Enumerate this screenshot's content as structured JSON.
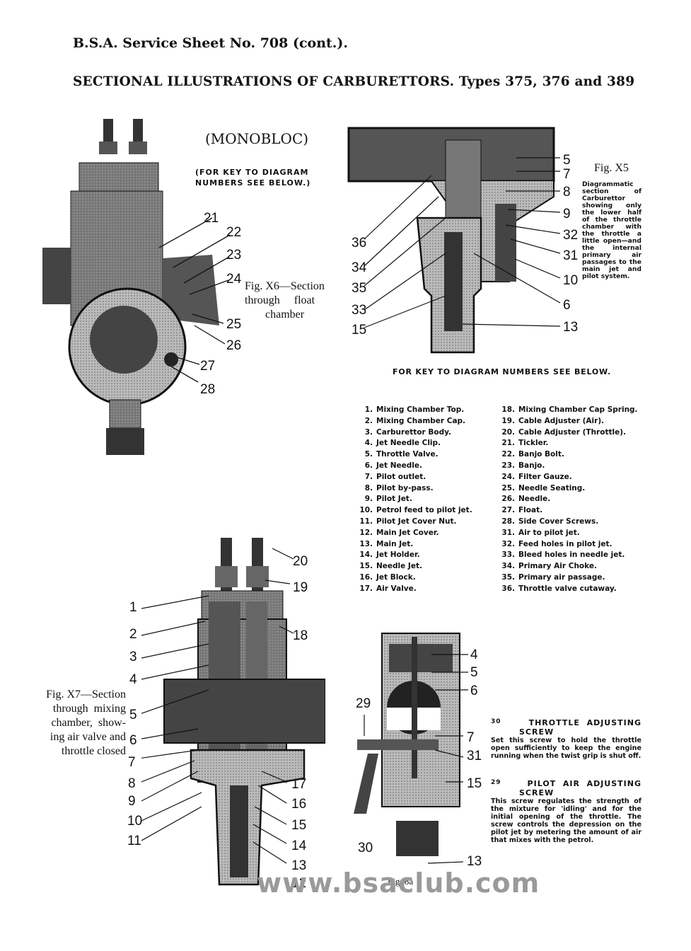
{
  "header": {
    "sheet_title": "B.S.A. Service Sheet No. 708 (cont.).",
    "main_title": "SECTIONAL ILLUSTRATIONS OF CARBURETTORS.  Types 375, 376 and 389"
  },
  "fig_x6": {
    "heading": "(MONOBLOC)",
    "note_line1": "(FOR KEY TO DIAGRAM",
    "note_line2": "NUMBERS SEE BELOW.)",
    "caption_line1": "Fig. X6—Section",
    "caption_line2": "through     float",
    "caption_line3": "chamber",
    "callouts": [
      "21",
      "22",
      "23",
      "24",
      "25",
      "26",
      "27",
      "28"
    ]
  },
  "fig_x5": {
    "title": "Fig. X5",
    "description": "Diagrammatic section of Carburettor showing only the lower half of the throttle chamber with the throttle a little open—and the internal primary air passages to the main jet and pilot system.",
    "callouts_right": [
      "5",
      "7",
      "8",
      "9",
      "32",
      "31",
      "10",
      "6",
      "13"
    ],
    "callouts_left": [
      "36",
      "34",
      "35",
      "33",
      "15"
    ]
  },
  "key_note": "FOR KEY TO DIAGRAM NUMBERS SEE BELOW.",
  "key": {
    "left": [
      {
        "n": "1.",
        "t": "Mixing Chamber Top."
      },
      {
        "n": "2.",
        "t": "Mixing Chamber Cap."
      },
      {
        "n": "3.",
        "t": "Carburettor Body."
      },
      {
        "n": "4.",
        "t": "Jet Needle Clip."
      },
      {
        "n": "5.",
        "t": "Throttle Valve."
      },
      {
        "n": "6.",
        "t": "Jet Needle."
      },
      {
        "n": "7.",
        "t": "Pilot outlet."
      },
      {
        "n": "8.",
        "t": "Pilot by-pass."
      },
      {
        "n": "9.",
        "t": "Pilot Jet."
      },
      {
        "n": "10.",
        "t": "Petrol feed to pilot jet."
      },
      {
        "n": "11.",
        "t": "Pilot Jet Cover Nut."
      },
      {
        "n": "12.",
        "t": "Main Jet Cover."
      },
      {
        "n": "13.",
        "t": "Main Jet."
      },
      {
        "n": "14.",
        "t": "Jet Holder."
      },
      {
        "n": "15.",
        "t": "Needle Jet."
      },
      {
        "n": "16.",
        "t": "Jet Block."
      },
      {
        "n": "17.",
        "t": "Air Valve."
      }
    ],
    "right": [
      {
        "n": "18.",
        "t": "Mixing Chamber Cap Spring."
      },
      {
        "n": "19.",
        "t": "Cable Adjuster (Air)."
      },
      {
        "n": "20.",
        "t": "Cable Adjuster (Throttle)."
      },
      {
        "n": "21.",
        "t": "Tickler."
      },
      {
        "n": "22.",
        "t": "Banjo Bolt."
      },
      {
        "n": "23.",
        "t": "Banjo."
      },
      {
        "n": "24.",
        "t": "Filter Gauze."
      },
      {
        "n": "25.",
        "t": "Needle Seating."
      },
      {
        "n": "26.",
        "t": "Needle."
      },
      {
        "n": "27.",
        "t": "Float."
      },
      {
        "n": "28.",
        "t": "Side Cover Screws."
      },
      {
        "n": "31.",
        "t": "Air to pilot jet."
      },
      {
        "n": "32.",
        "t": "Feed holes in pilot jet."
      },
      {
        "n": "33.",
        "t": "Bleed holes in needle jet."
      },
      {
        "n": "34.",
        "t": "Primary Air Choke."
      },
      {
        "n": "35.",
        "t": "Primary air passage."
      },
      {
        "n": "36.",
        "t": "Throttle valve cutaway."
      }
    ]
  },
  "fig_x7": {
    "caption_lines": [
      "Fig. X7—Section",
      "through  mixing",
      "chamber,  show-",
      "ing air valve and",
      "throttle closed"
    ],
    "callouts_left": [
      "1",
      "2",
      "3",
      "4",
      "5",
      "6",
      "7",
      "8",
      "9",
      "10",
      "11"
    ],
    "callouts_right": [
      "20",
      "19",
      "18",
      "17",
      "16",
      "15",
      "14",
      "13",
      "12"
    ]
  },
  "fig_8a": {
    "caption": "Fig. 8a",
    "callouts": [
      "4",
      "5",
      "6",
      "29",
      "7",
      "31",
      "15",
      "30",
      "13"
    ]
  },
  "screws": {
    "s30_num": "30",
    "s30_title": "THROTTLE  ADJUSTING",
    "s30_title2": "SCREW",
    "s30_text": "Set this screw to hold the throttle open sufficiently to keep the engine running when the twist grip is shut off.",
    "s29_num": "29",
    "s29_title": "PILOT  AIR  ADJUSTING",
    "s29_title2": "SCREW",
    "s29_text": "This screw regulates the strength of the mixture for 'idling' and for the initial opening of the throttle. The screw controls the depression on the pilot jet by metering the amount of air that mixes with the petrol."
  },
  "watermark": "www.bsaclub.com"
}
